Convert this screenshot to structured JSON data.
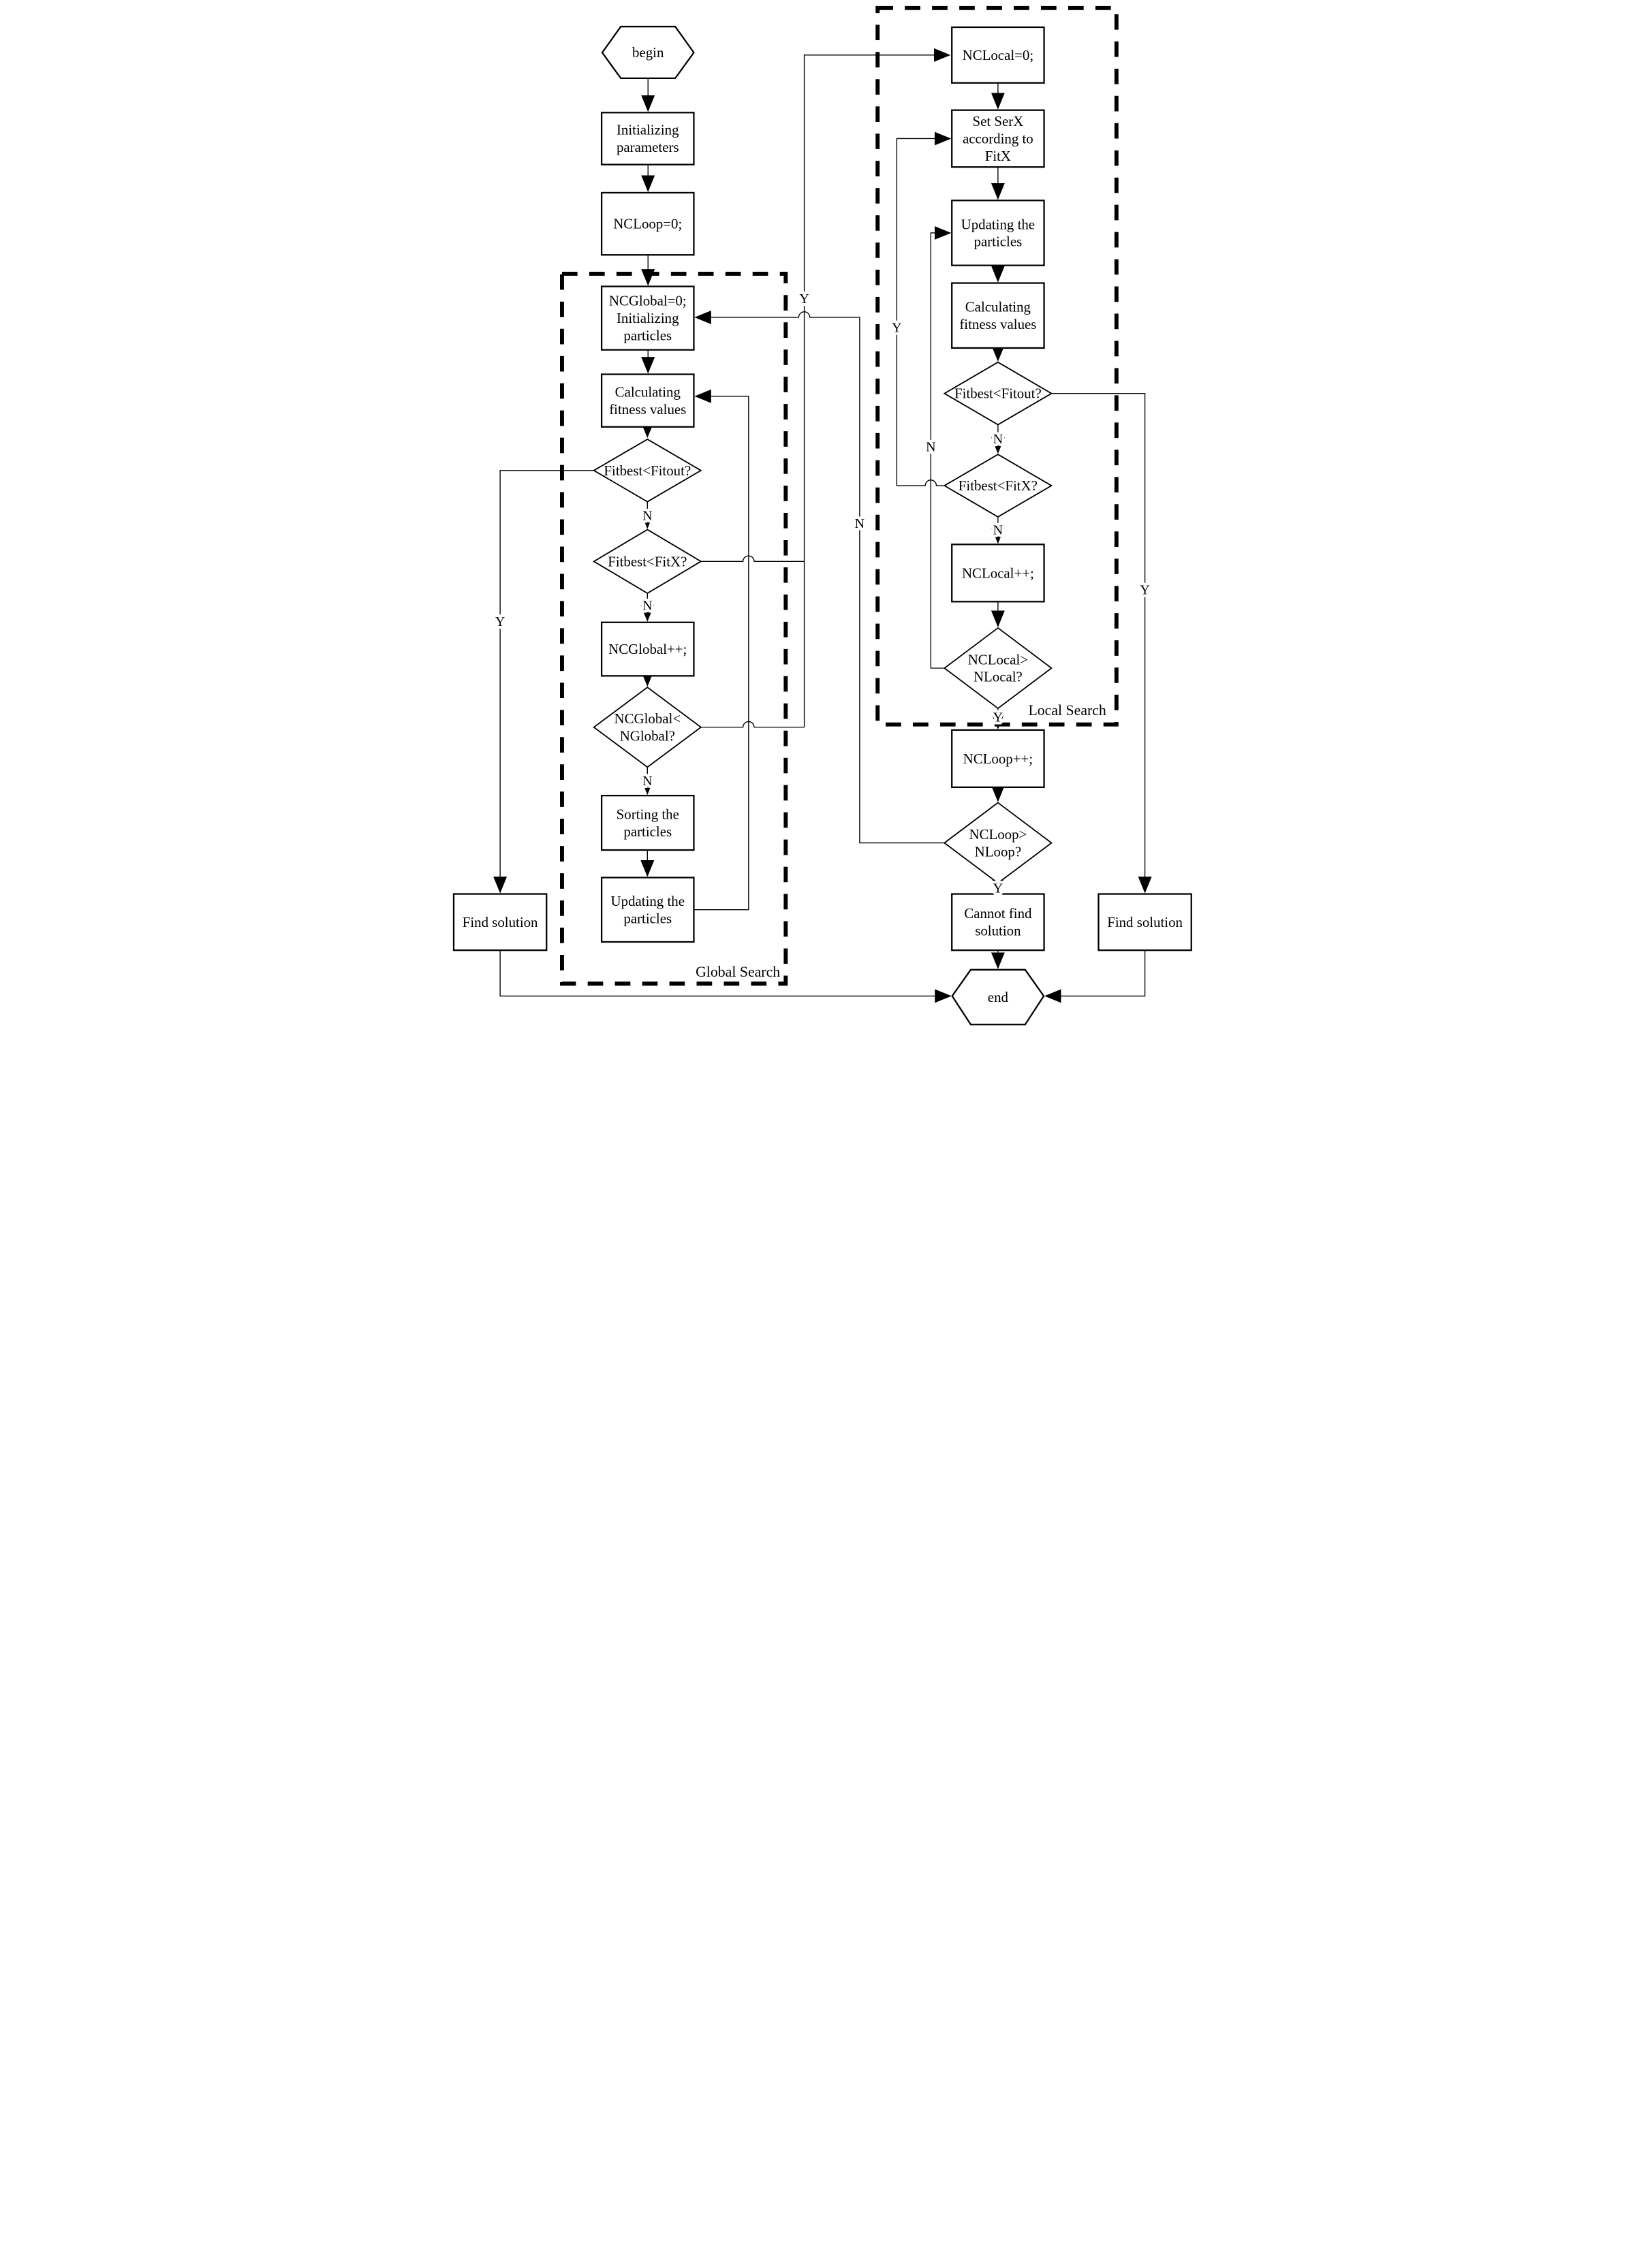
{
  "diagram": {
    "nodes": [
      {
        "id": "begin",
        "type": "hexagon",
        "label": [
          "begin"
        ]
      },
      {
        "id": "init",
        "type": "process",
        "label": [
          "Initializing",
          "parameters"
        ]
      },
      {
        "id": "ncloop0",
        "type": "process",
        "label": [
          "NCLoop=0;"
        ]
      },
      {
        "id": "ncglobal0",
        "type": "process",
        "label": [
          "NCGlobal=0;",
          "Initializing",
          "particles"
        ]
      },
      {
        "id": "calcL",
        "type": "process",
        "label": [
          "Calculating",
          "fitness values"
        ]
      },
      {
        "id": "fitoutL",
        "type": "decision",
        "label": [
          "Fitbest<Fitout?"
        ]
      },
      {
        "id": "fitxL",
        "type": "decision",
        "label": [
          "Fitbest<FitX?"
        ]
      },
      {
        "id": "ncgpp",
        "type": "process",
        "label": [
          "NCGlobal++;"
        ]
      },
      {
        "id": "nglobal",
        "type": "decision",
        "label": [
          "NCGlobal<",
          "NGlobal?"
        ]
      },
      {
        "id": "sorting",
        "type": "process",
        "label": [
          "Sorting the",
          "particles"
        ]
      },
      {
        "id": "updatingL",
        "type": "process",
        "label": [
          "Updating the",
          "particles"
        ]
      },
      {
        "id": "findL",
        "type": "process",
        "label": [
          "Find solution"
        ]
      },
      {
        "id": "nclocal0",
        "type": "process",
        "label": [
          "NCLocal=0;"
        ]
      },
      {
        "id": "setserx",
        "type": "process",
        "label": [
          "Set SerX",
          "according to",
          "FitX"
        ]
      },
      {
        "id": "updatingR",
        "type": "process",
        "label": [
          "Updating the",
          "particles"
        ]
      },
      {
        "id": "calcR",
        "type": "process",
        "label": [
          "Calculating",
          "fitness values"
        ]
      },
      {
        "id": "fitoutR",
        "type": "decision",
        "label": [
          "Fitbest<Fitout?"
        ]
      },
      {
        "id": "fitxR",
        "type": "decision",
        "label": [
          "Fitbest<FitX?"
        ]
      },
      {
        "id": "nclpp",
        "type": "process",
        "label": [
          "NCLocal++;"
        ]
      },
      {
        "id": "nlocal",
        "type": "decision",
        "label": [
          "NCLocal>",
          "NLocal?"
        ]
      },
      {
        "id": "nclooppp",
        "type": "process",
        "label": [
          "NCLoop++;"
        ]
      },
      {
        "id": "nloop",
        "type": "decision",
        "label": [
          "NCLoop>",
          "NLoop?"
        ]
      },
      {
        "id": "cannot",
        "type": "process",
        "label": [
          "Cannot find",
          "solution"
        ]
      },
      {
        "id": "findR",
        "type": "process",
        "label": [
          "Find solution"
        ]
      },
      {
        "id": "end",
        "type": "hexagon",
        "label": [
          "end"
        ]
      }
    ],
    "edge_labels": [
      {
        "id": "fitoutL-Y",
        "text": "Y"
      },
      {
        "id": "fitoutL-N",
        "text": "N"
      },
      {
        "id": "fitxL-Y",
        "text": "Y"
      },
      {
        "id": "fitxL-N",
        "text": "N"
      },
      {
        "id": "nglobal-N",
        "text": "N"
      },
      {
        "id": "nloop-N",
        "text": "N"
      },
      {
        "id": "fitxR-Y",
        "text": "Y"
      },
      {
        "id": "nlocal-N",
        "text": "N"
      },
      {
        "id": "fitoutR-Y",
        "text": "Y"
      },
      {
        "id": "fitoutR-N",
        "text": "N"
      },
      {
        "id": "fitxR-N",
        "text": "N"
      },
      {
        "id": "nlocal-Y",
        "text": "Y"
      },
      {
        "id": "nloop-Y",
        "text": "Y"
      }
    ],
    "regions": [
      {
        "id": "global",
        "label": "Global Search"
      },
      {
        "id": "local",
        "label": "Local Search"
      }
    ]
  }
}
